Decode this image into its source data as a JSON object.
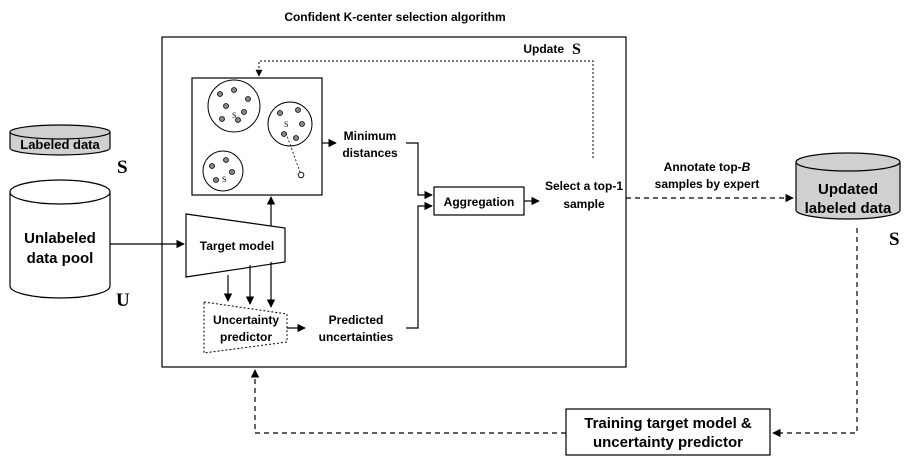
{
  "diagram": {
    "title": "Confident K-center selection algorithm",
    "update_label": "Update",
    "update_symbol": "S",
    "labeled_data": {
      "label": "Labeled data",
      "symbol": "S"
    },
    "unlabeled_pool": {
      "line1": "Unlabeled",
      "line2": "data pool",
      "symbol": "U"
    },
    "target_model": "Target model",
    "uncertainty_predictor": {
      "line1": "Uncertainty",
      "line2": "predictor"
    },
    "minimum_distances": {
      "line1": "Minimum",
      "line2": "distances"
    },
    "predicted_uncertainties": {
      "line1": "Predicted",
      "line2": "uncertainties"
    },
    "aggregation": "Aggregation",
    "select_sample": {
      "line1": "Select a top-1",
      "line2": "sample"
    },
    "annotate": {
      "line1": "Annotate top-",
      "line1_italic": "B",
      "line2": "samples by expert"
    },
    "updated_labeled": {
      "line1": "Updated",
      "line2": "labeled data",
      "symbol": "S"
    },
    "training": {
      "line1": "Training target model &",
      "line2": "uncertainty predictor"
    },
    "cluster_labels": {
      "center_a": "S",
      "center_b": "S",
      "center_c": "S"
    }
  },
  "colors": {
    "db_fill": "#d0d0d0",
    "line": "#000000"
  }
}
